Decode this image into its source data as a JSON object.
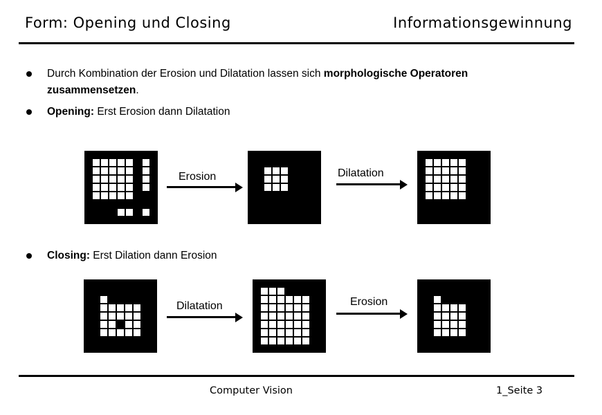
{
  "header": {
    "title": "Form: Opening und Closing",
    "topic": "Informationsgewinnung"
  },
  "bullets": {
    "b1": {
      "normal": "Durch Kombination der Erosion und Dilatation lassen sich ",
      "bold": "morphologische Operatoren zusammensetzen",
      "tail": "."
    },
    "b2": {
      "bold": "Opening:",
      "normal": " Erst Erosion dann Dilatation"
    },
    "b3": {
      "bold": "Closing:",
      "normal": " Erst Dilation dann Erosion"
    }
  },
  "opening_row": {
    "step1_label": "Erosion",
    "step2_label": "Dilatation",
    "input_box": {
      "rows": [
        "1111101",
        "1111101",
        "1111101",
        "1111101",
        "1111100",
        "0000000",
        "0001101"
      ]
    },
    "eroded_box": {
      "rows": [
        "0000000",
        "0111000",
        "0111000",
        "0111000",
        "0000000",
        "0000000",
        "0000000"
      ]
    },
    "dilated_box": {
      "rows": [
        "1111100",
        "1111100",
        "1111100",
        "1111100",
        "1111100",
        "0000000",
        "0000000"
      ]
    }
  },
  "closing_row": {
    "step1_label": "Dilatation",
    "step2_label": "Erosion",
    "input_box": {
      "rows": [
        "0000000",
        "0100000",
        "0111110",
        "0111110",
        "0110110",
        "0111110",
        "0000000"
      ]
    },
    "dilated_box": {
      "rows": [
        "1110000",
        "1111110",
        "1111110",
        "1111110",
        "1111110",
        "1111110",
        "1111110"
      ]
    },
    "eroded_box": {
      "rows": [
        "0000000",
        "0100000",
        "0111100",
        "0111100",
        "0111100",
        "0111100",
        "0000000"
      ]
    }
  },
  "footer": {
    "course": "Computer Vision",
    "page": "1_Seite 3"
  },
  "colors": {
    "background": "#ffffff",
    "foreground": "#000000",
    "box_background": "#000000",
    "pixel": "#ffffff"
  }
}
